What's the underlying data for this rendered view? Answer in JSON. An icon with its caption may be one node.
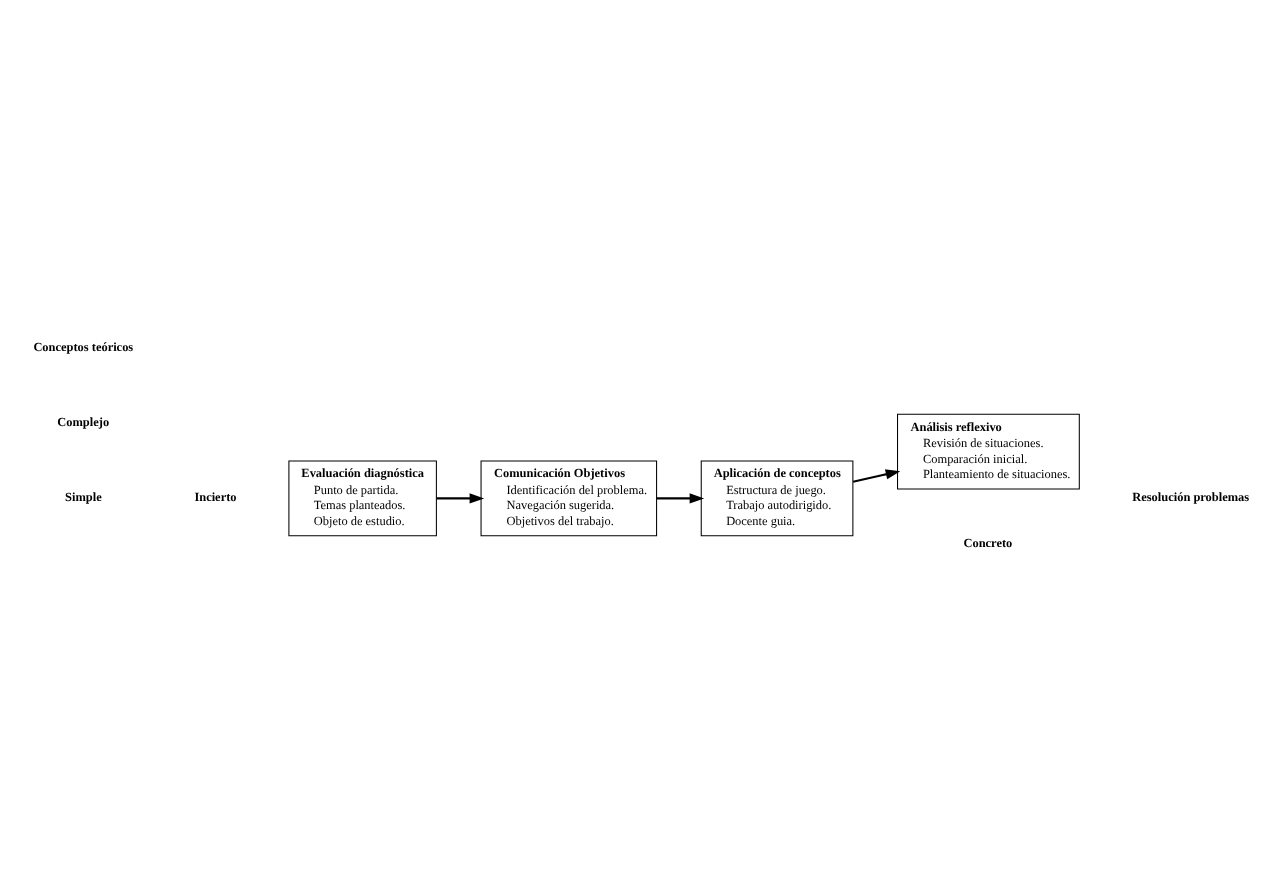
{
  "diagram": {
    "nodes": [
      {
        "text": [
          "Evaluación diagnóstica",
          "Punto de partida.",
          "Temas planteados.",
          "Objeto de estudio."
        ]
      },
      {
        "text": [
          "Comunicación Objetivos",
          "Identificación del problema.",
          "Navegación sugerida.",
          "Objetivos del trabajo."
        ]
      },
      {
        "text": [
          "Aplicación de conceptos",
          "Estructura de juego.",
          "Trabajo autodirigido.",
          "Docente guia."
        ]
      },
      {
        "text": [
          "Análisis reflexivo",
          "Revisión de situaciones.",
          "Comparación inicial.",
          "Planteamiento de situaciones."
        ]
      }
    ],
    "edges": [
      {
        "from": 0,
        "to": 1,
        "arrow": "to"
      },
      {
        "from": 1,
        "to": 2,
        "arrow": "to"
      },
      {
        "from": 2,
        "to": 3,
        "arrow": "to"
      }
    ],
    "labels": [
      "Conceptos teóricos",
      "Complejo",
      "Simple",
      "Incierto",
      "Concreto",
      "Resolución problemas"
    ]
  }
}
